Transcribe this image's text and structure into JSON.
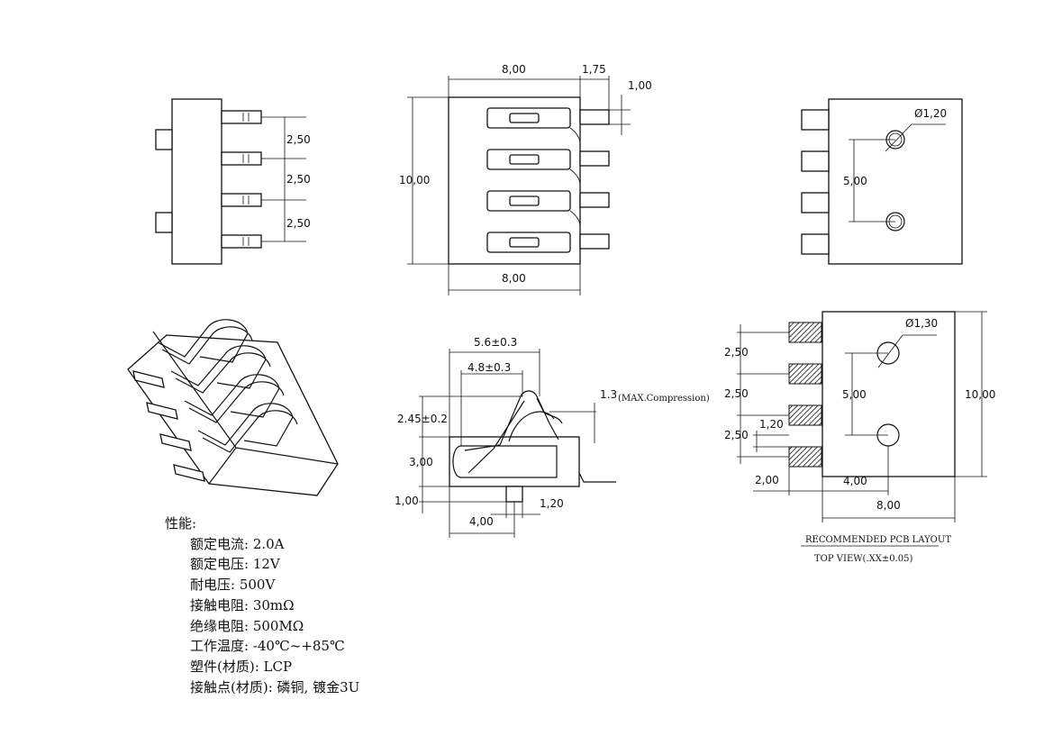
{
  "front": {
    "top_total": "8,00",
    "top_pin": "1,75",
    "pin_d": "1,00",
    "height": "10,00",
    "bottom_total": "8,00"
  },
  "left": {
    "pitch1": "2,50",
    "pitch2": "2,50",
    "pitch3": "2,50"
  },
  "right": {
    "hole_d": "Ø1,20",
    "hole_spacing": "5,00"
  },
  "section": {
    "width_outer": "5.6±0.3",
    "width_inner": "4.8±0.3",
    "compression": "1.3",
    "compression_note": "(MAX.Compression)",
    "spring_h": "2.45±0.2",
    "body_h": "3,00",
    "boss_h": "1,00",
    "pin_w": "1,20",
    "boss_pos": "4,00"
  },
  "pcb": {
    "hole_d": "Ø1,30",
    "pitch1": "2,50",
    "pitch2": "2,50",
    "pitch3": "2,50",
    "pad_w": "1,20",
    "hole_spacing": "5,00",
    "height": "10,00",
    "pad_len": "2,00",
    "hole_x": "4,00",
    "width": "8,00",
    "caption1": "RECOMMENDED PCB LAYOUT",
    "caption2": "TOP VIEW(.XX±0.05)"
  },
  "specs": {
    "title": "性能:",
    "items": [
      "额定电流: 2.0A",
      "额定电压: 12V",
      "耐电压: 500V",
      "接触电阻: 30mΩ",
      "绝缘电阻: 500MΩ",
      "工作温度: -40℃~+85℃",
      "塑件(材质): LCP",
      "接触点(材质): 磷铜, 镀金3U"
    ]
  }
}
